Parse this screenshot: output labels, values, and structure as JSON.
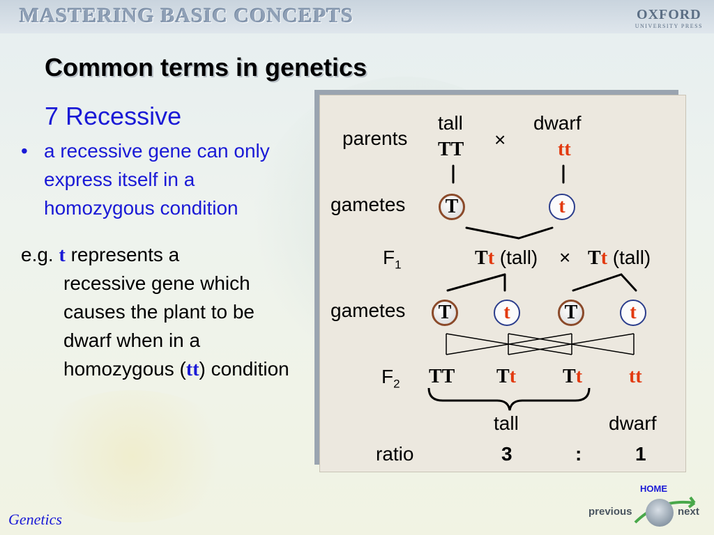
{
  "header": {
    "brand": "MASTERING BASIC CONCEPTS",
    "publisher": "OXFORD",
    "publisher_sub": "UNIVERSITY PRESS"
  },
  "slide": {
    "title": "Common terms in genetics",
    "subtitle": "7  Recessive",
    "bullet_mark": "•",
    "bullet": "a recessive gene can only express itself in a homozygous condition",
    "example": {
      "prefix": "e.g.",
      "gene": "t",
      "line1_rest": " represents a",
      "body_a": "recessive gene which causes the plant to be dwarf when in a homozygous (",
      "gene2": "tt",
      "body_b": ") condition"
    }
  },
  "cross": {
    "parents_label": "parents",
    "tall_label": "tall",
    "dwarf_label": "dwarf",
    "parent1": "TT",
    "parent2": "tt",
    "cross_sign": "×",
    "gametes_label": "gametes",
    "gamete1": "T",
    "gamete2": "t",
    "f1_label": "F",
    "f1_sub": "1",
    "f1_left": {
      "dom": "T",
      "rec": "t",
      "note": " (tall)"
    },
    "f1_right": {
      "dom": "T",
      "rec": "t",
      "note": " (tall)"
    },
    "gametes2": [
      "T",
      "t",
      "T",
      "t"
    ],
    "f2_label": "F",
    "f2_sub": "2",
    "f2": [
      {
        "dom": "TT",
        "rec": ""
      },
      {
        "dom": "T",
        "rec": "t"
      },
      {
        "dom": "T",
        "rec": "t"
      },
      {
        "dom": "",
        "rec": "tt"
      }
    ],
    "phenotype_tall": "tall",
    "phenotype_dwarf": "dwarf",
    "ratio_label": "ratio",
    "ratio_tall": "3",
    "ratio_sep": ":",
    "ratio_dwarf": "1"
  },
  "footer": {
    "label": "Genetics",
    "home": "HOME",
    "previous": "previous",
    "next": "next"
  }
}
